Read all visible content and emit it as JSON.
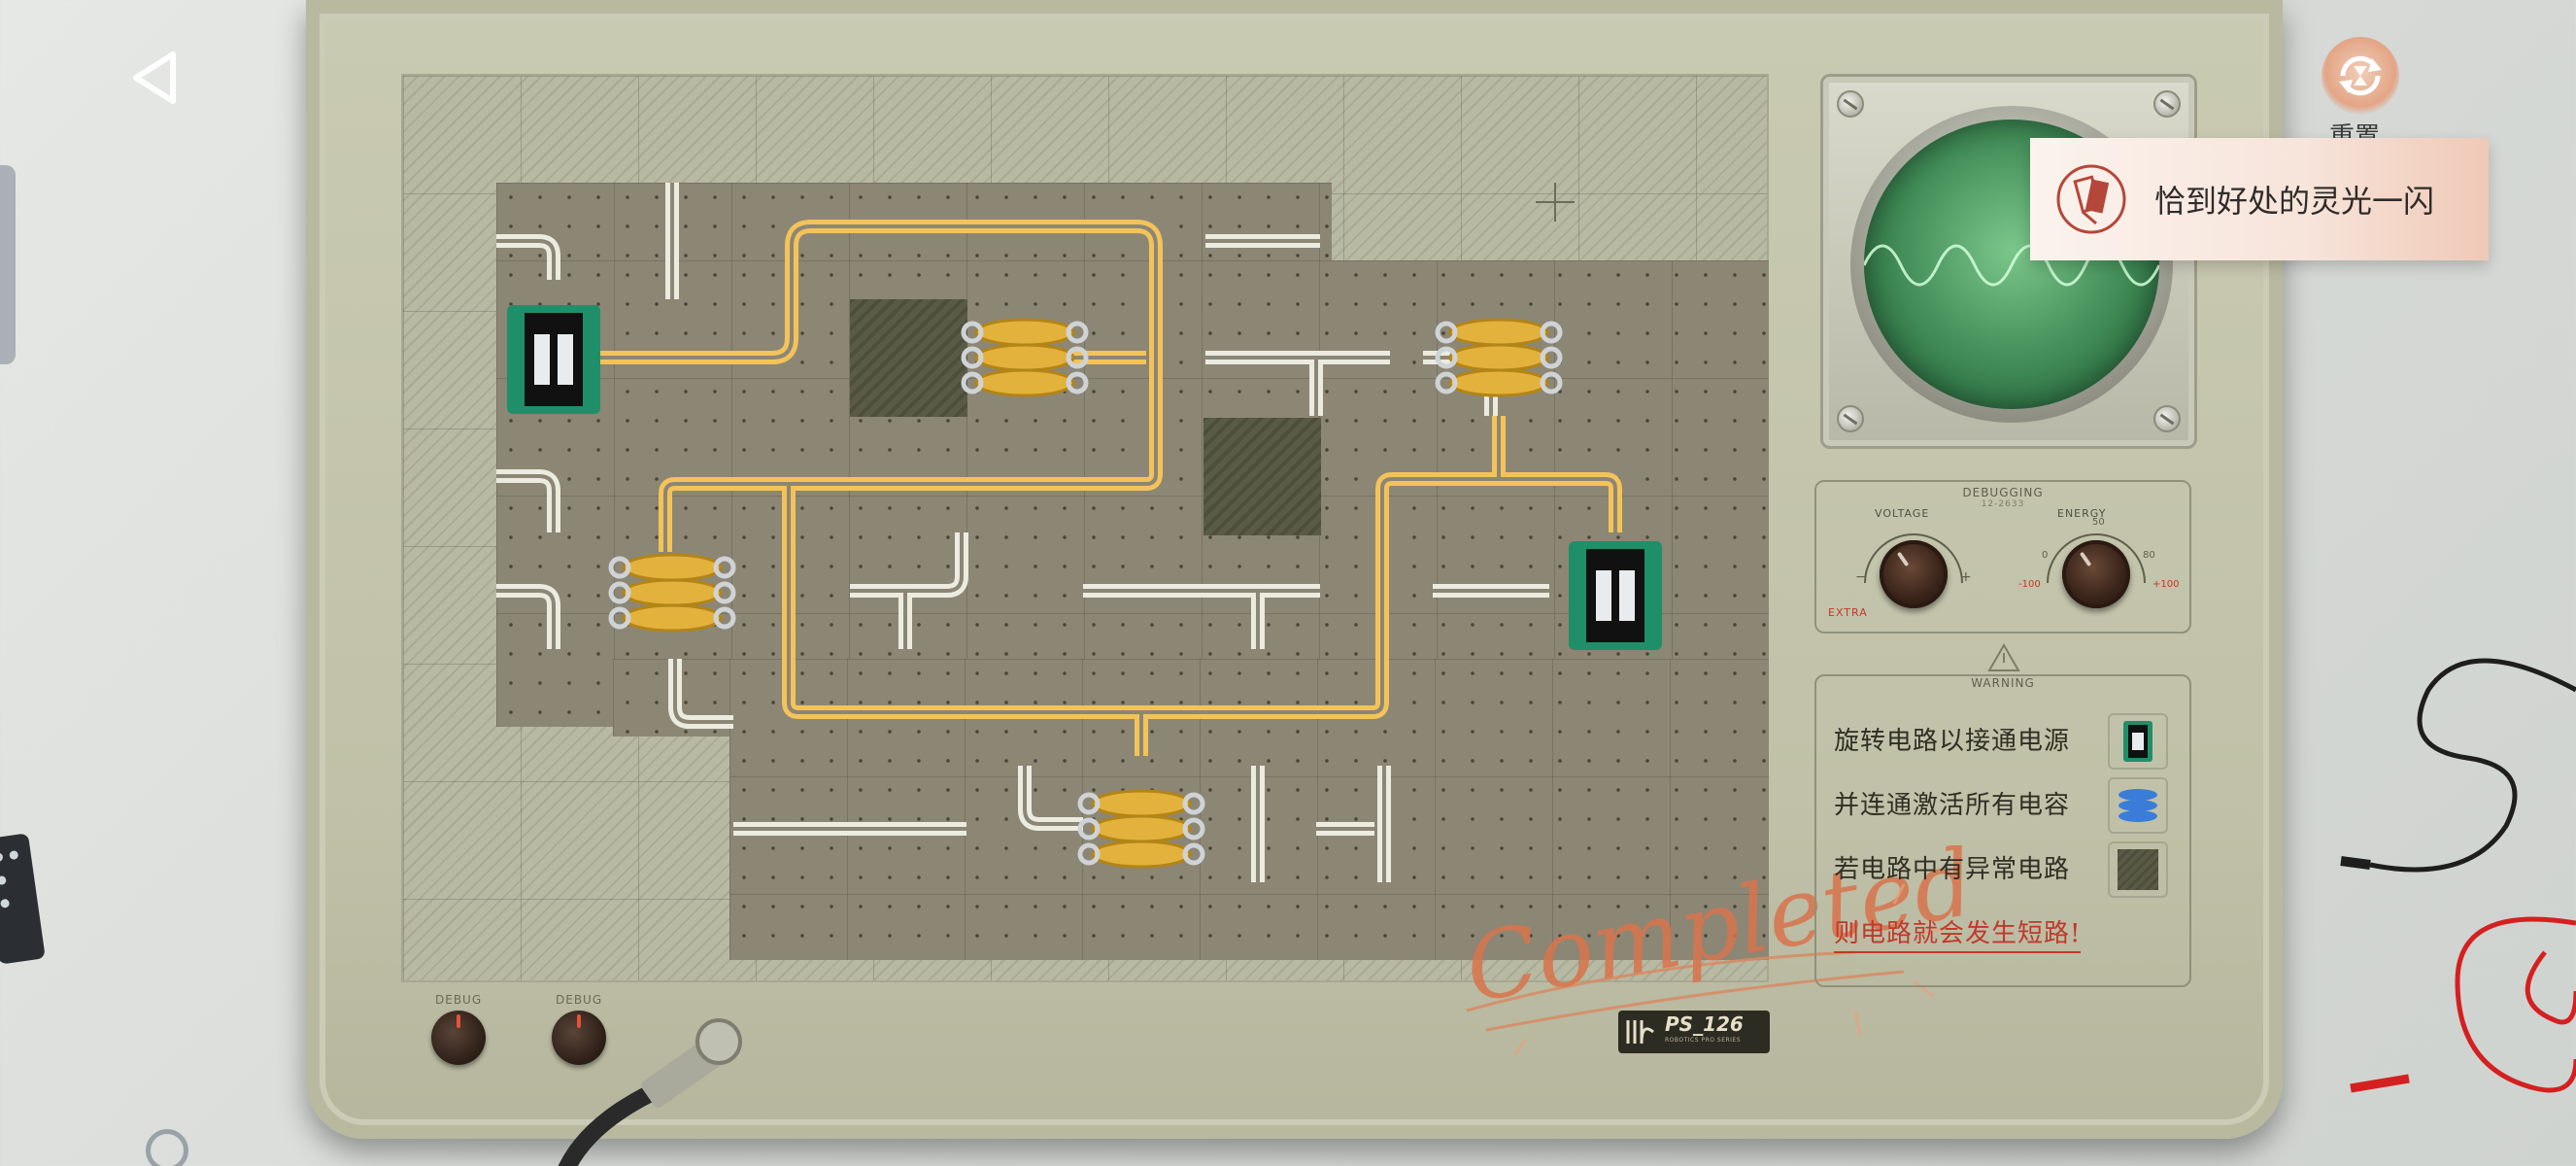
{
  "nav": {
    "back_label": "◁"
  },
  "reset": {
    "label": "重置"
  },
  "toast": {
    "text": "恰到好处的灵光一闪"
  },
  "board": {
    "debug_left_label": "DEBUG",
    "debug_right_label": "DEBUG",
    "stamp_text": "Completed",
    "model": "PS_126",
    "model_sub": "ROBOTICS  PRO  SERIES"
  },
  "debug_panel": {
    "title": "DEBUGGING",
    "subtitle": "12-2633",
    "voltage_label": "VOLTAGE",
    "energy_label": "ENERGY",
    "extra_label": "EXTRA",
    "energy_ticks": [
      "0",
      "50",
      "80",
      "-100",
      "+100"
    ]
  },
  "warning_panel": {
    "title": "WARNING",
    "rules": [
      "旋转电路以接通电源",
      "并连通激活所有电容",
      "若电路中有异常电路",
      "则电路就会发生短路!"
    ]
  },
  "colors": {
    "powered_wire": "#f3c35a",
    "idle_wire": "#ecebe0",
    "circuit_bg": "#8c8675",
    "warning_red": "#c0392b"
  }
}
